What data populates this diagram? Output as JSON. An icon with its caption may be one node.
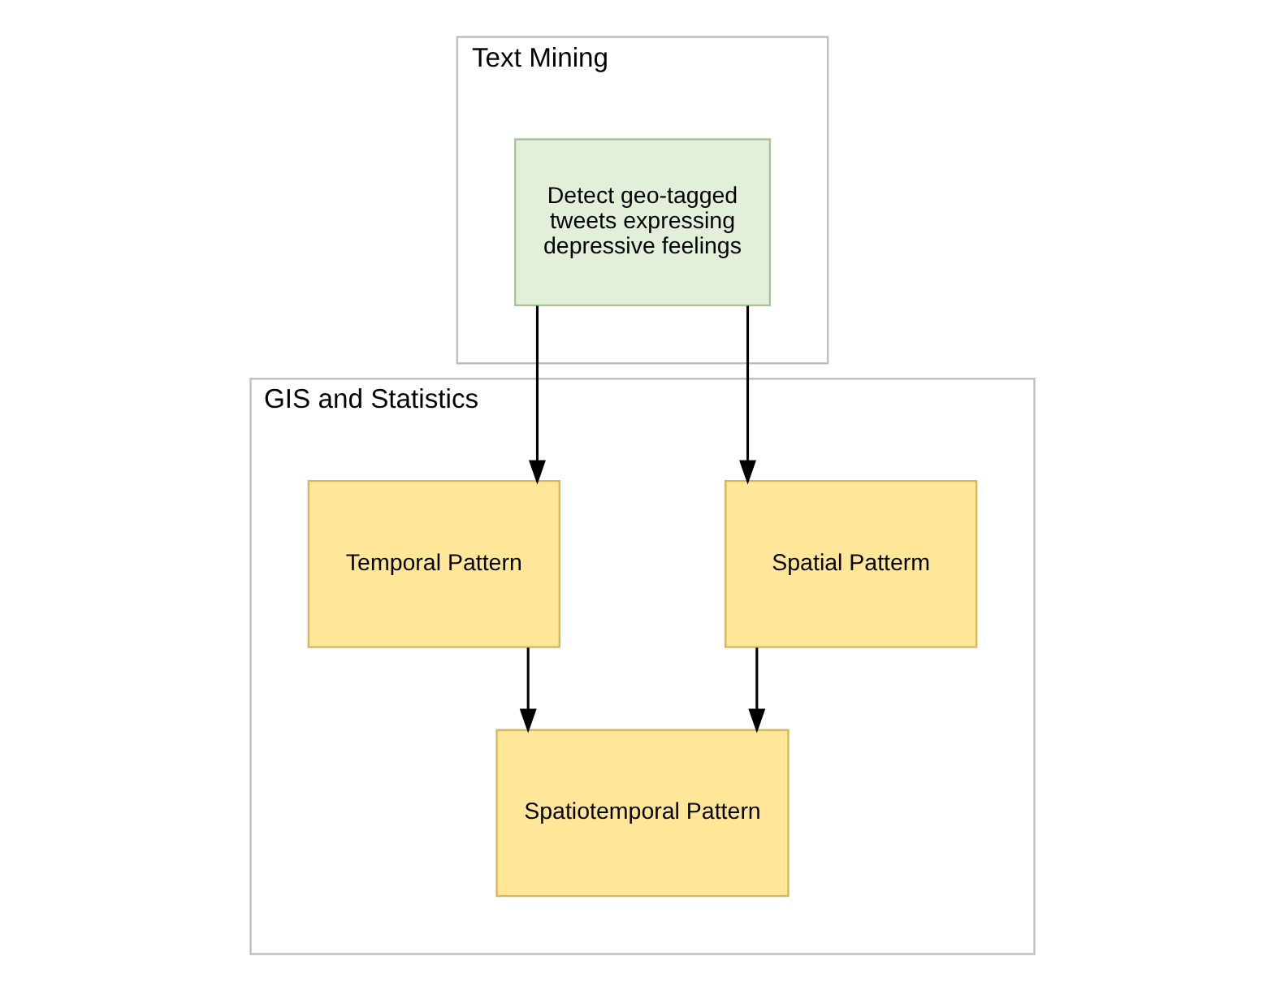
{
  "diagram": {
    "nodes": [
      {
        "text": [
          "Text Mining"
        ]
      },
      {
        "text": [
          "Detect geo-tagged tweets expressing depressive feelings"
        ],
        "in": 0
      },
      {
        "text": [
          "GIS and Statistics"
        ]
      },
      {
        "text": [
          "Spatial Patterm"
        ],
        "in": 2
      },
      {
        "text": [
          "Temporal Pattern"
        ],
        "in": 2
      },
      {
        "text": [
          "Spatiotemporal Pattern"
        ],
        "in": 2
      }
    ],
    "edges": [
      {
        "from": 1,
        "to": 3,
        "arrow": "to"
      },
      {
        "from": 1,
        "to": 4,
        "arrow": "to"
      },
      {
        "from": 3,
        "to": 5,
        "arrow": "to"
      },
      {
        "from": 4,
        "to": 5,
        "arrow": "to"
      }
    ]
  }
}
